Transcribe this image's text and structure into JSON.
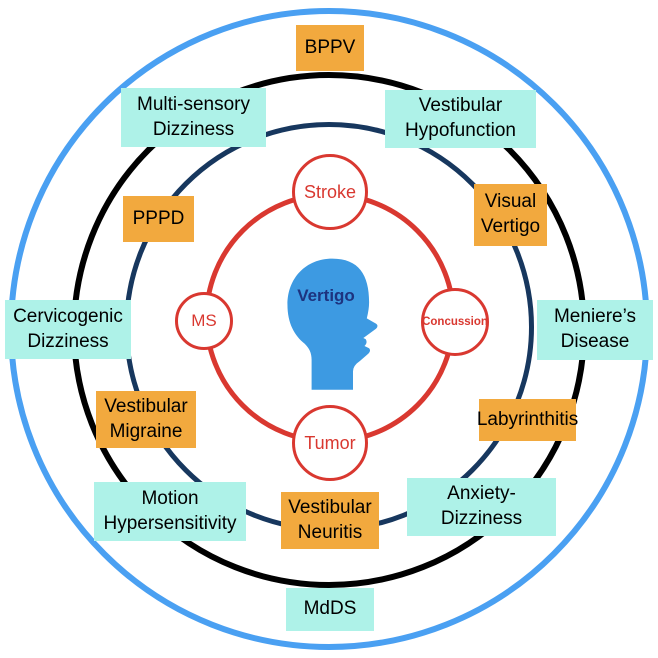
{
  "diagram": {
    "center_label": "Vertigo",
    "core": {
      "stroke": "Stroke",
      "ms": "MS",
      "concussion": "Concussion",
      "tumor": "Tumor"
    },
    "orange": {
      "bppv": "BPPV",
      "visual_vertigo": "Visual Vertigo",
      "pppd": "PPPD",
      "vestibular_migraine": "Vestibular Migraine",
      "labyrinthitis": "Labyrinthitis",
      "vestibular_neuritis": "Vestibular Neuritis"
    },
    "cyan": {
      "multisensory_dizziness": "Multi-sensory Dizziness",
      "vestibular_hypofunction": "Vestibular Hypofunction",
      "cervicogenic_dizziness": "Cervicogenic Dizziness",
      "menieres_disease": "Meniere’s Disease",
      "motion_hypersensitivity": "Motion Hypersensitivity",
      "anxiety_dizziness": "Anxiety-Dizziness",
      "mdds": "MdDS"
    },
    "colors": {
      "outer_ring": "#4AA0F2",
      "black_ring": "#000000",
      "navy_ring": "#17375E",
      "red_ring": "#D93830",
      "orange_box": "#F2A93E",
      "cyan_box": "#AEF2E8",
      "head": "#3D9AE2",
      "center_text": "#1D337F"
    }
  }
}
